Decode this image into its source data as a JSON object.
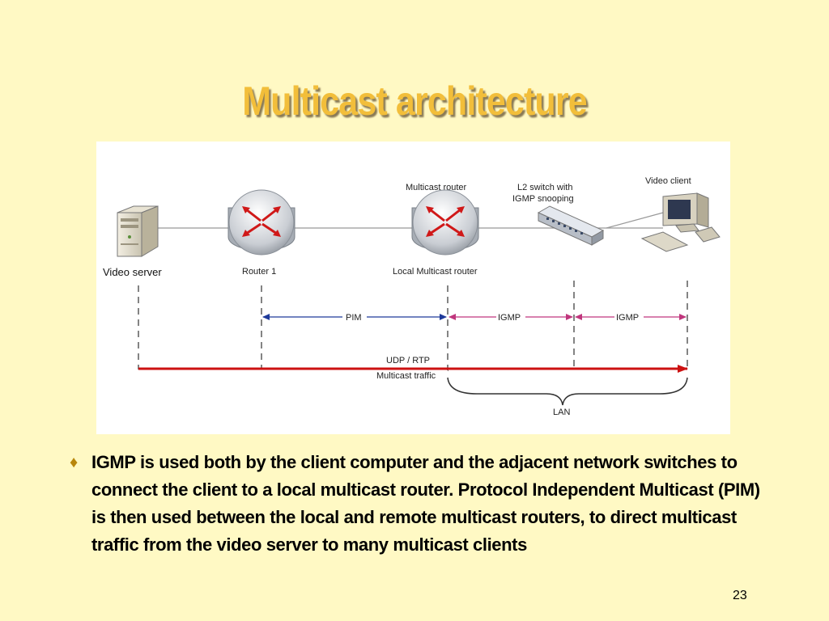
{
  "slide": {
    "title": "Multicast architecture",
    "page_number": "23"
  },
  "diagram": {
    "nodes": {
      "video_server": "Video server",
      "router1": "Router 1",
      "multicast_router_top": "Multicast router",
      "local_multicast_router": "Local Multicast router",
      "l2_switch_line1": "L2 switch with",
      "l2_switch_line2": "IGMP snooping",
      "video_client": "Video client"
    },
    "protocols": {
      "pim": "PIM",
      "igmp_1": "IGMP",
      "igmp_2": "IGMP"
    },
    "traffic_line1": "UDP / RTP",
    "traffic_line2": "Multicast traffic",
    "lan": "LAN",
    "colors": {
      "pim_arrow": "#1F3A9A",
      "igmp_arrow": "#C0367D",
      "traffic_arrow": "#CC1111"
    }
  },
  "bullet": {
    "text": "IGMP is used both by the client computer and the adjacent network switches to connect the client to a local multicast router. Protocol Independent Multicast (PIM) is then used between the local and remote multicast routers, to direct multicast traffic from the video server to many multicast clients"
  }
}
